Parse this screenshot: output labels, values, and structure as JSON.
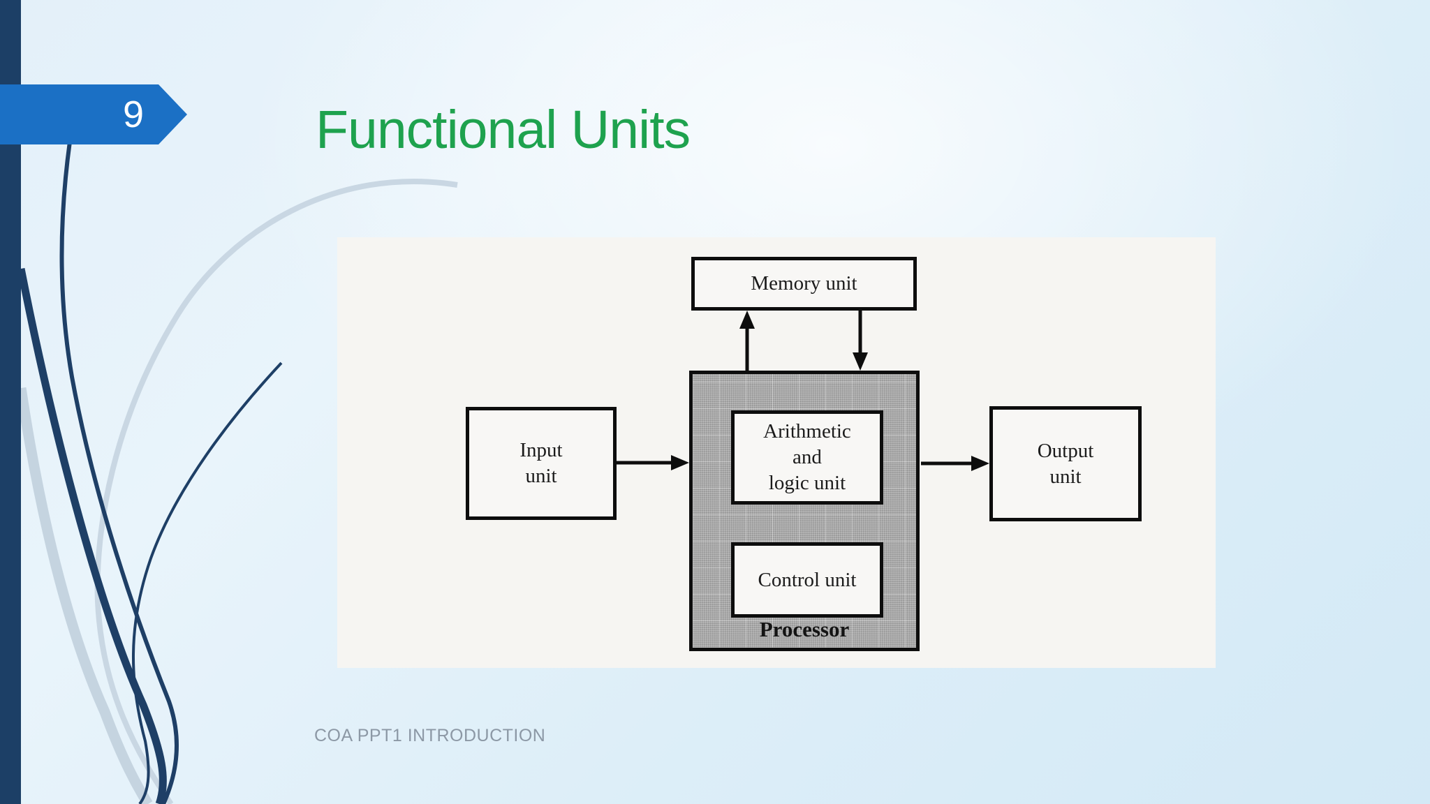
{
  "slide": {
    "number": "9",
    "title": "Functional Units",
    "footer": "COA PPT1 INTRODUCTION"
  },
  "diagram": {
    "memory": {
      "label": "Memory unit"
    },
    "processor": {
      "label": "Processor",
      "alu_label": "Arithmetic\nand\nlogic unit",
      "control_label": "Control unit"
    },
    "input": {
      "label": "Input\nunit"
    },
    "output": {
      "label": "Output\nunit"
    },
    "edges": [
      {
        "from": "Input unit",
        "to": "Processor"
      },
      {
        "from": "Processor",
        "to": "Output unit"
      },
      {
        "from": "Processor",
        "to": "Memory unit"
      },
      {
        "from": "Memory unit",
        "to": "Processor"
      }
    ]
  },
  "colors": {
    "title_green": "#1ea24e",
    "badge_blue": "#1b70c5",
    "sidebar_navy": "#1c3f66",
    "curve_navy": "#1e3f66",
    "curve_gray": "#c9d7e3",
    "processor_gray": "#a6a6a6",
    "panel_white": "#f6f5f2",
    "diagram_line_black": "#0d0d0d",
    "footer_gray": "#8c98a5",
    "background_blue": "#d9ecf8"
  }
}
